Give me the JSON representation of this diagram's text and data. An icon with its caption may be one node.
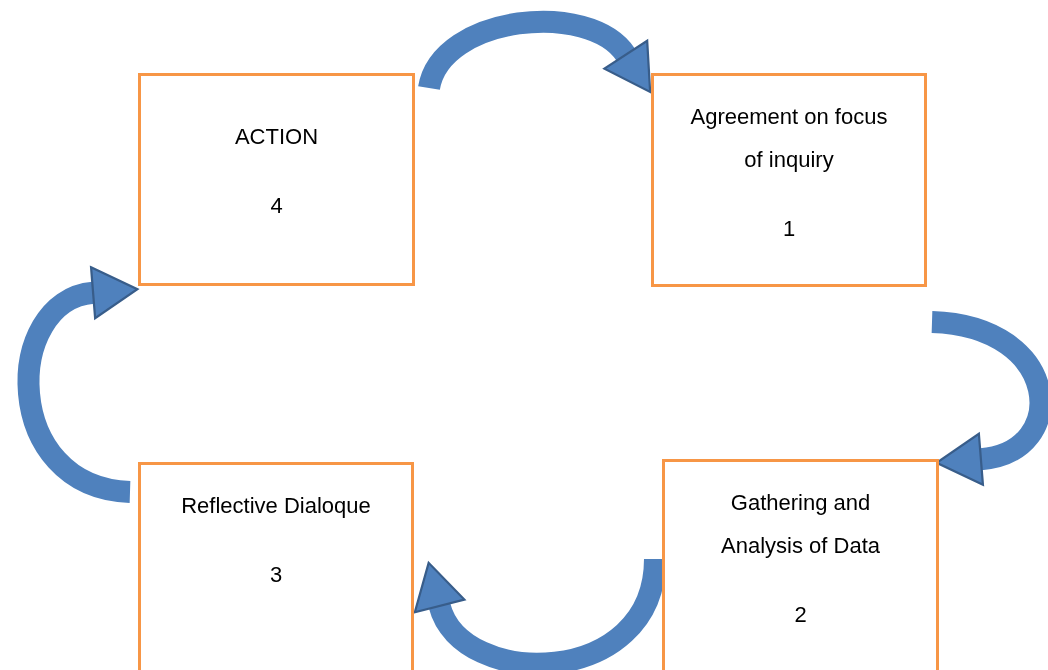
{
  "diagram": {
    "nodes": [
      {
        "text": [
          "Agreement on focus of inquiry",
          "1"
        ]
      },
      {
        "text": [
          "Gathering and Analysis of Data",
          "2"
        ]
      },
      {
        "text": [
          "Reflective Dialoque",
          "3"
        ]
      },
      {
        "text": [
          "ACTION",
          "4"
        ]
      }
    ],
    "edges": [
      {
        "from": 3,
        "to": 0,
        "arrow": "to"
      },
      {
        "from": 0,
        "to": 1,
        "arrow": "to"
      },
      {
        "from": 1,
        "to": 2,
        "arrow": "to"
      },
      {
        "from": 2,
        "to": 3,
        "arrow": "to"
      }
    ]
  }
}
